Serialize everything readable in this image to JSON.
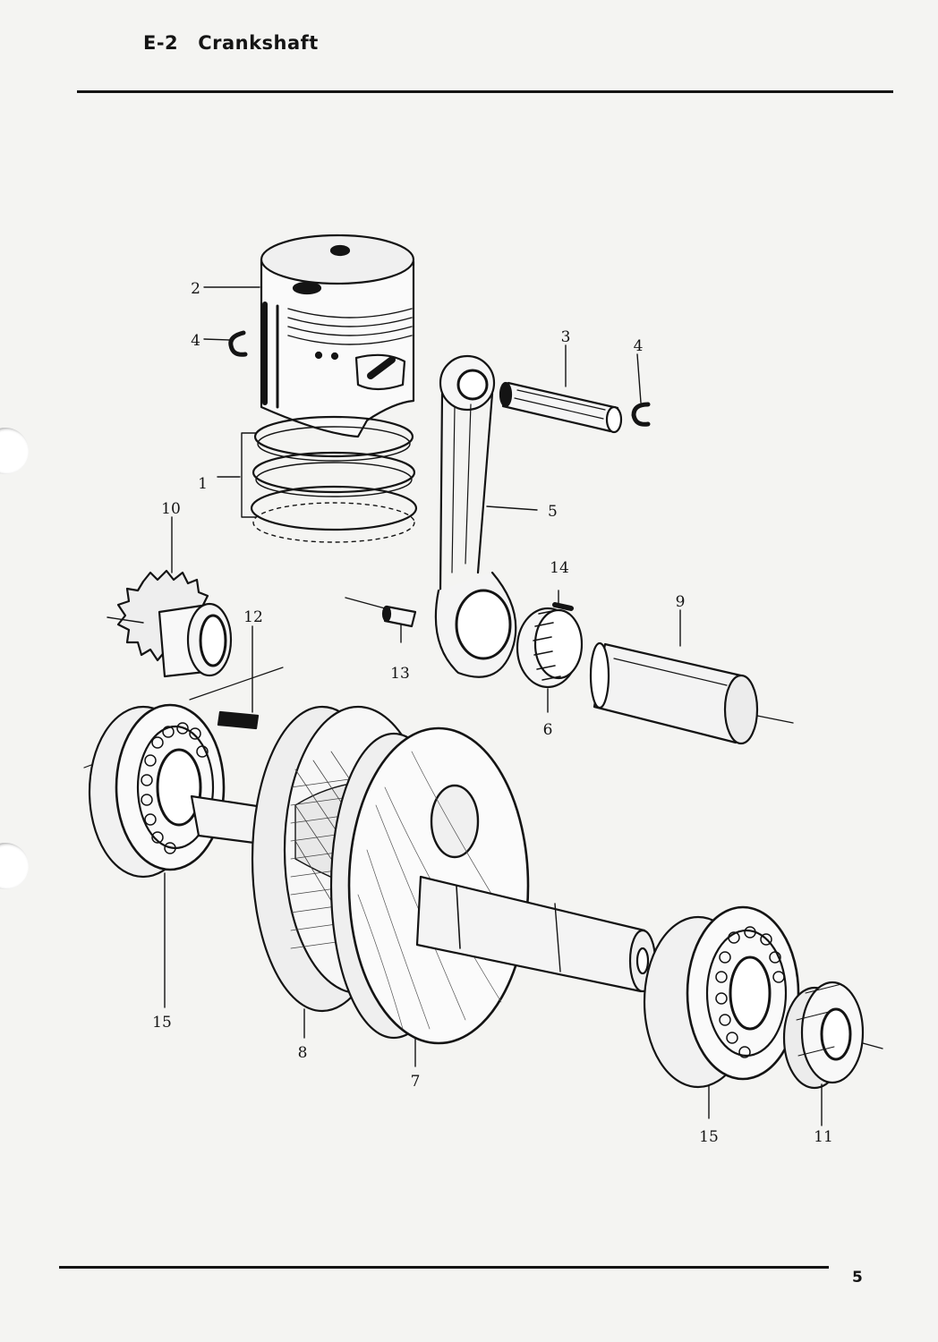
{
  "header": {
    "code": "E-2",
    "title": "Crankshaft"
  },
  "footer": {
    "page_number": "5"
  },
  "callouts": {
    "ring_set": "1",
    "piston": "2",
    "piston_pin": "3",
    "clip_left": "4",
    "clip_right": "4",
    "connecting_rod": "5",
    "needle_bearing": "6",
    "flywheel_right": "7",
    "flywheel_left": "8",
    "crank_pin": "9",
    "sprocket": "10",
    "oil_seal": "11",
    "key": "12",
    "small_roller": "13",
    "needle_pin": "14",
    "bearing_left": "15",
    "bearing_right": "15"
  }
}
